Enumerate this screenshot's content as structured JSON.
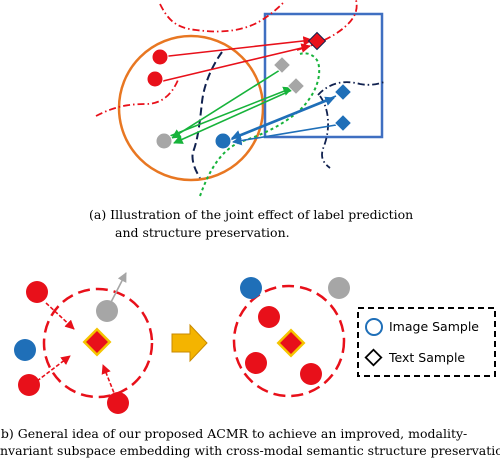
{
  "caption_a_line1": "(a)  Illustration of the joint effect of label prediction",
  "caption_a_line2": "and structure preservation.",
  "caption_b_line1": "(b)  General idea of our proposed ACMR to achieve an improved, modality-",
  "caption_b_line2": "invariant subspace embedding with cross-modal semantic structure preservation.",
  "legend": {
    "image_sample": "Image Sample",
    "text_sample": "Text Sample"
  },
  "colors": {
    "red": "#e8101a",
    "blue": "#1f6fb8",
    "gray": "#a6a6a6",
    "orange": "#e87722",
    "box_blue": "#3f6fc1",
    "green": "#17b33b",
    "navy": "#10214f",
    "gold": "#f5c400",
    "arrow_fill": "#f4b400"
  }
}
